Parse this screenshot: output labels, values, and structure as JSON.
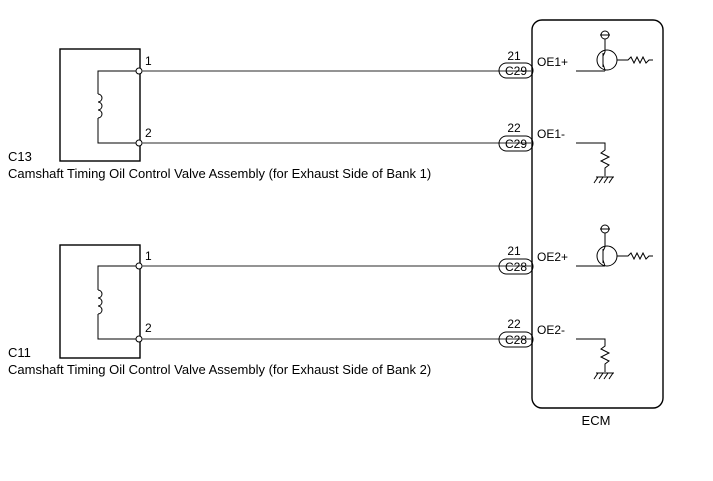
{
  "components": [
    {
      "code": "C13",
      "name": "Camshaft Timing Oil Control Valve Assembly (for Exhaust Side of Bank 1)",
      "pin_top": "1",
      "pin_bottom": "2",
      "wire_top": {
        "ecm_pin": "21",
        "connector": "C29",
        "signal": "OE1+"
      },
      "wire_bottom": {
        "ecm_pin": "22",
        "connector": "C29",
        "signal": "OE1-"
      }
    },
    {
      "code": "C11",
      "name": "Camshaft Timing Oil Control Valve Assembly (for Exhaust Side of Bank 2)",
      "pin_top": "1",
      "pin_bottom": "2",
      "wire_top": {
        "ecm_pin": "21",
        "connector": "C28",
        "signal": "OE2+"
      },
      "wire_bottom": {
        "ecm_pin": "22",
        "connector": "C28",
        "signal": "OE2-"
      }
    }
  ],
  "ecm": {
    "label": "ECM"
  },
  "icons": [
    "coil-icon",
    "transistor-icon",
    "resistor-icon",
    "ground-icon",
    "power-terminal-icon"
  ]
}
